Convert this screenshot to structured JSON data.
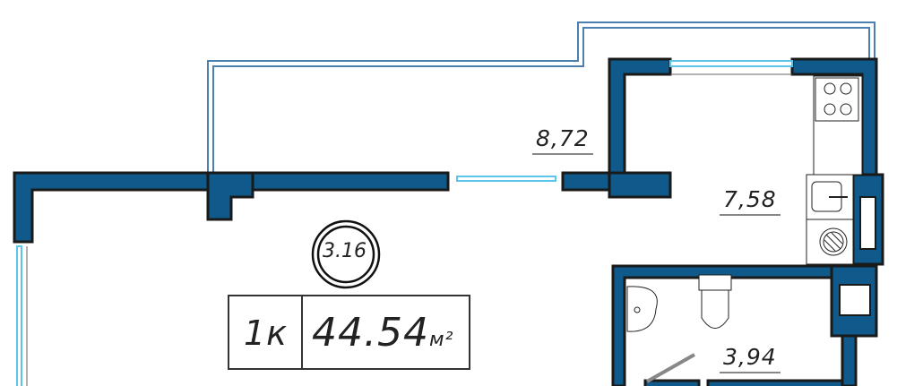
{
  "apartment": {
    "number": "3.16",
    "type": "1к",
    "total_area": "44.54",
    "area_unit": "м²"
  },
  "rooms": [
    {
      "name": "loggia",
      "area": "8,72"
    },
    {
      "name": "kitchen",
      "area": "7,58"
    },
    {
      "name": "bathroom",
      "area": "3,94"
    }
  ],
  "colors": {
    "wall": "#0f5a8a",
    "wall_outline": "#1a1a1a",
    "window": "#5cc6ea",
    "balcony": "#4a7fb0"
  }
}
